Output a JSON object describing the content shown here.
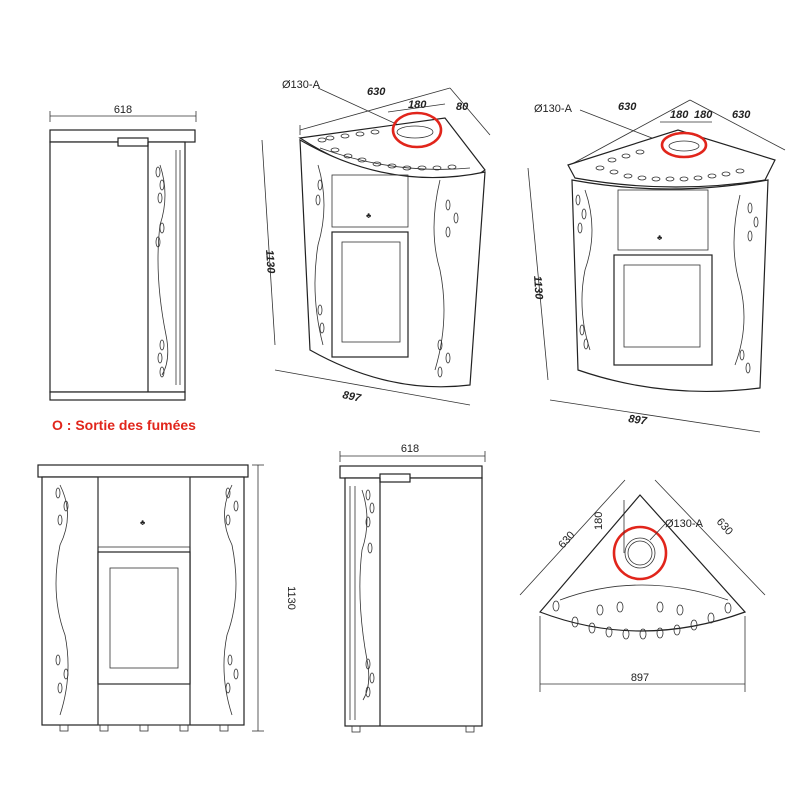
{
  "legend": "O : Sortie des fumées",
  "colors": {
    "outline": "#222222",
    "highlight": "#e1251b",
    "background": "#ffffff"
  },
  "side_view_top": {
    "width": "618"
  },
  "iso_view_left": {
    "flue": "Ø130-A",
    "width": "630",
    "offset": "180",
    "depth": "80",
    "height": "1130",
    "base": "897"
  },
  "iso_view_right": {
    "flue": "Ø130-A",
    "width_left": "630",
    "offset": "180",
    "depth": "180",
    "width_right": "630",
    "height": "1130",
    "base": "897"
  },
  "front_view": {
    "height": "1130"
  },
  "side_view_bottom": {
    "width": "618"
  },
  "top_view": {
    "side_left": "630",
    "offset": "180",
    "flue": "Ø130-A",
    "side_right": "630",
    "base": "897"
  }
}
